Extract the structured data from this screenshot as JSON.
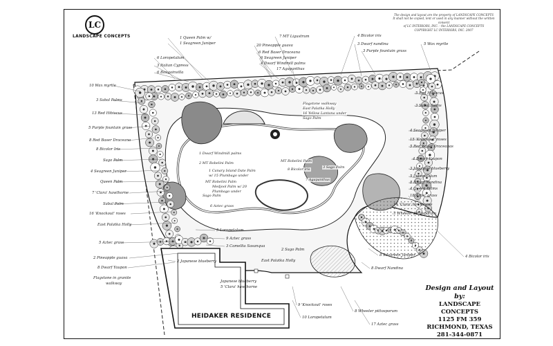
{
  "brand": {
    "monogram": "LC",
    "name": "LANDSCAPE CONCEPTS"
  },
  "copyright": [
    "The design and layout are the property of LANDSCAPE CONCEPTS",
    "It shall not be copied, lent or used in any manner without the written consent",
    "of LC INTERIORS, INC. - the LANDSCAPE CONCEPTS",
    "COPYRIGHT LC INTERIORS, INC. 2007"
  ],
  "labels_top": [
    "1 Queen Palm w/",
    "1 Seagreen Juniper",
    "7 MT Ligustrum",
    "20 Pineapple guava",
    "6 Red Baser Draceana",
    "6 Seagreen Juniper",
    "4 Dwarf Windmill palms",
    "17 Agapanthus",
    "4 Bicolor iris",
    "3 Dwarf nandina",
    "3 Purple fountain grass",
    "5 Wax myrtle",
    "6 Loropetalum",
    "3 Italian Cypress",
    "6 Bougainvilla"
  ],
  "labels_left": [
    "10 Wax myrtle",
    "3 Sabal Palms",
    "13 Red Hibiscus",
    "5 Purple fountain grass",
    "8 Red Baser Draceana",
    "8 Bicolor Iris",
    "Sago Palm",
    "4 Seagreen Juniper",
    "Queen Palm",
    "7 'Clara' hawthorne",
    "Sabal Palm",
    "16 'Knockout' roses",
    "East Palatka Holly",
    "5 Aztec grass",
    "2 Pineapple guava",
    "8 Dwarf Yaupon",
    "Flagstone in granite",
    "walkway"
  ],
  "labels_right": [
    "5 Red Hibiscus",
    "3 Sabal Palms",
    "4 Seagreen Juniper",
    "15 'Knockout' roses",
    "5 Red Baser Draceanas",
    "4 Dwarf Yaupon",
    "3 Japanese blueberry",
    "5 Loropetalum",
    "8 Dwarf Nandina",
    "4 Queen Palms",
    "18 Aztec grass",
    "14 'Clara' hawthorne",
    "7 Wheeler pittosporum",
    "4 Bicolor iris",
    "8 Seagreen Juniper",
    "8 Dwarf Nandina"
  ],
  "labels_bottom": [
    "5 Loropetalum",
    "9 Aztec grass",
    "3 Camellia Sasanqua",
    "2 Japanese blueberry",
    "East Palatka Holly",
    "Japanese blueberry",
    "5 'Clara' hawthorne",
    "2 Sago Palm",
    "9 'Knockout' roses",
    "10 Loropetalum",
    "8 Wheeler pittosporum",
    "17 Aztec grass"
  ],
  "labels_inner": [
    "Flagstone walkway",
    "East Palatka Holly",
    "16 Yellow Lantana under",
    "Sago Palm",
    "1 Dwarf Windmill palms",
    "2 MT Robelini Palm",
    "1 Canary Island Date Palm",
    "w/ 15 Plumbago under",
    "MT Robelini Palm",
    "Medjool Palm w/ 20",
    "Plumbago under",
    "MT Robelini Palm",
    "8 Bicolor iris",
    "3 Sago Palm",
    "7 Agapanthus",
    "Sago Palm",
    "6 Aztec grass"
  ],
  "credit": {
    "heading": "Design and Layout by:",
    "company_1": "LANDSCAPE",
    "company_2": "CONCEPTS",
    "address": "1125 FM 359",
    "city": "RICHMOND, TEXAS",
    "phone": "281-344-0871"
  },
  "residence": "HEIDAKER RESIDENCE"
}
